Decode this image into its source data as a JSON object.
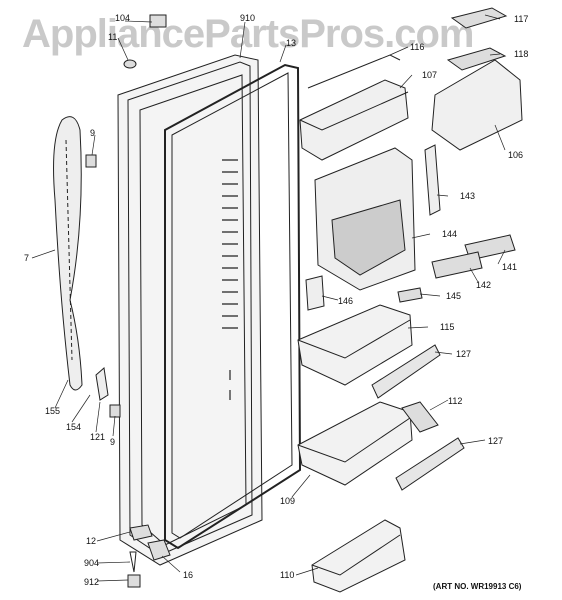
{
  "watermark": "AppliancePartsPros.com",
  "art_number": "(ART NO. WR19913 C6)",
  "callouts": [
    "104",
    "910",
    "11",
    "13",
    "116",
    "117",
    "118",
    "107",
    "106",
    "9",
    "7",
    "143",
    "144",
    "141",
    "142",
    "145",
    "146",
    "115",
    "127",
    "155",
    "154",
    "121",
    "9",
    "112",
    "127",
    "109",
    "12",
    "904",
    "16",
    "912",
    "110"
  ]
}
